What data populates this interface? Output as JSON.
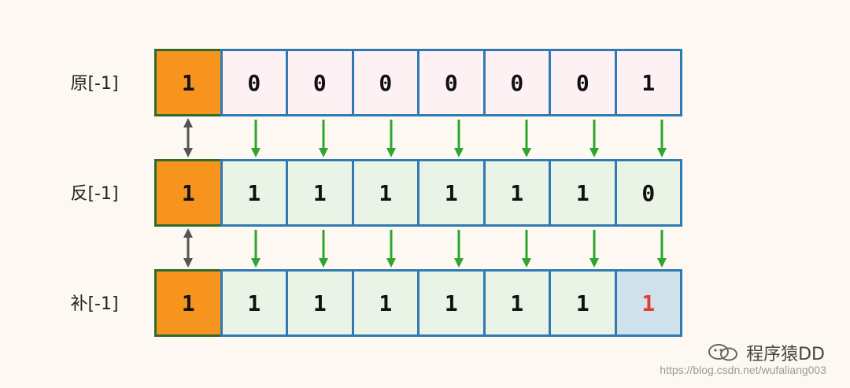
{
  "rows": [
    {
      "label": "原[-1]",
      "bits": [
        "1",
        "0",
        "0",
        "0",
        "0",
        "0",
        "0",
        "1"
      ]
    },
    {
      "label": "反[-1]",
      "bits": [
        "1",
        "1",
        "1",
        "1",
        "1",
        "1",
        "1",
        "0"
      ]
    },
    {
      "label": "补[-1]",
      "bits": [
        "1",
        "1",
        "1",
        "1",
        "1",
        "1",
        "1",
        "1"
      ]
    }
  ],
  "highlight": {
    "row": 2,
    "col": 7
  },
  "colors": {
    "sign_bit": "#f7941d",
    "cell_border": "#2f7ab3",
    "arrow_green": "#2ea52e",
    "arrow_gray": "#555555",
    "highlight_text": "#e23b2f"
  },
  "watermark": {
    "brand": "程序猿DD",
    "url": "https://blog.csdn.net/wufaliang003"
  }
}
